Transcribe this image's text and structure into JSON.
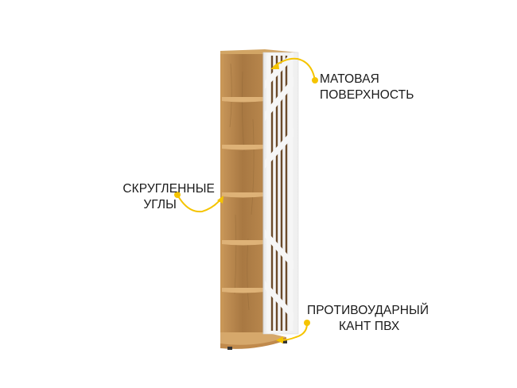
{
  "image": {
    "subject": "corner shelf cabinet with lattice door",
    "background_color": "#ffffff",
    "accent_color": "#f5c400",
    "wood_color": "#b88a4f",
    "door_color": "#f4f4f4"
  },
  "callouts": [
    {
      "id": "matte",
      "lines": [
        "МАТОВАЯ",
        "ПОВЕРХНОСТЬ"
      ],
      "icon": "curved-arrow-icon"
    },
    {
      "id": "rounded",
      "lines": [
        "СКРУГЛЕННЫЕ",
        "УГЛЫ"
      ],
      "icon": "curved-arrow-icon"
    },
    {
      "id": "edge",
      "lines": [
        "ПРОТИВОУДАРНЫЙ",
        "КАНТ ПВХ"
      ],
      "icon": "curved-arrow-icon"
    }
  ]
}
